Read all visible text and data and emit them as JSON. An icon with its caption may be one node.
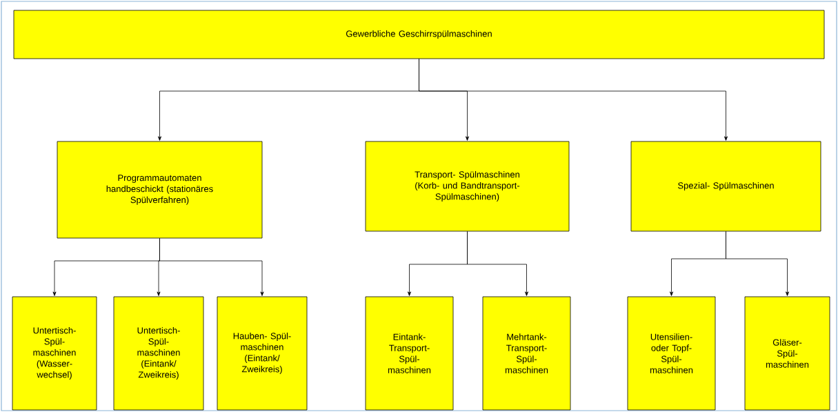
{
  "diagram": {
    "nodes": [
      {
        "text": [
          "Gewerbliche Geschirrspülmaschinen"
        ]
      },
      {
        "text": [
          "Programmautomaten handbeschickt (stationäres Spülverfahren)"
        ]
      },
      {
        "text": [
          "Transport- Spülmaschinen (Korb- und Bandtransport- Spülmaschinen)"
        ]
      },
      {
        "text": [
          "Spezial- Spülmaschinen"
        ]
      },
      {
        "text": [
          "Untertisch- Spül- maschinen (Wasser- wechsel)"
        ]
      },
      {
        "text": [
          "Untertisch- Spül- maschinen (Eintank/ Zweikreis)"
        ]
      },
      {
        "text": [
          "Hauben- Spül- maschinen (Eintank/ Zweikreis)"
        ]
      },
      {
        "text": [
          "Eintank- Transport- Spül- maschinen"
        ]
      },
      {
        "text": [
          "Mehrtank- Transport- Spül- maschinen"
        ]
      },
      {
        "text": [
          "Utensilien- oder Topf- Spül- maschinen"
        ]
      },
      {
        "text": [
          "Gläser- Spül- maschinen"
        ]
      }
    ],
    "edges": [
      {
        "from": 0,
        "to": 1,
        "arrow": "to"
      },
      {
        "from": 0,
        "to": 2,
        "arrow": "to"
      },
      {
        "from": 0,
        "to": 3,
        "arrow": "to"
      },
      {
        "from": 1,
        "to": 4,
        "arrow": "to"
      },
      {
        "from": 1,
        "to": 5,
        "arrow": "to"
      },
      {
        "from": 1,
        "to": 6,
        "arrow": "to"
      },
      {
        "from": 2,
        "to": 7,
        "arrow": "to"
      },
      {
        "from": 2,
        "to": 8,
        "arrow": "to"
      },
      {
        "from": 3,
        "to": 9,
        "arrow": "to"
      },
      {
        "from": 3,
        "to": 10,
        "arrow": "to"
      }
    ]
  }
}
